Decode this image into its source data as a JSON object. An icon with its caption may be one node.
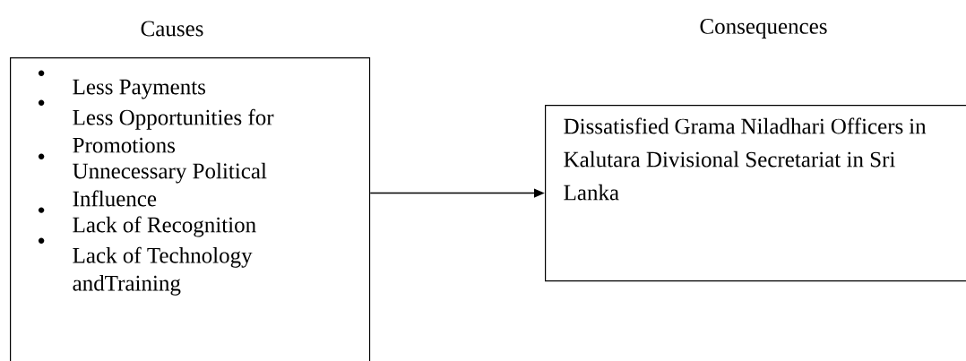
{
  "diagram": {
    "nodes": [
      {
        "text": [
          "Less Payments",
          "Less Opportunities for Promotions",
          "Unnecessary Political Influence",
          "Lack of Recognition",
          "Lack of Technology andTraining"
        ]
      },
      {
        "text": [
          "Dissatisfied Grama Niladhari Officers in Kalutara Divisional Secretariat in Sri Lanka"
        ]
      }
    ],
    "edges": [
      {
        "from": 0,
        "to": 1,
        "arrow": "to"
      }
    ],
    "labels": [
      "Causes",
      "Consequences"
    ]
  }
}
